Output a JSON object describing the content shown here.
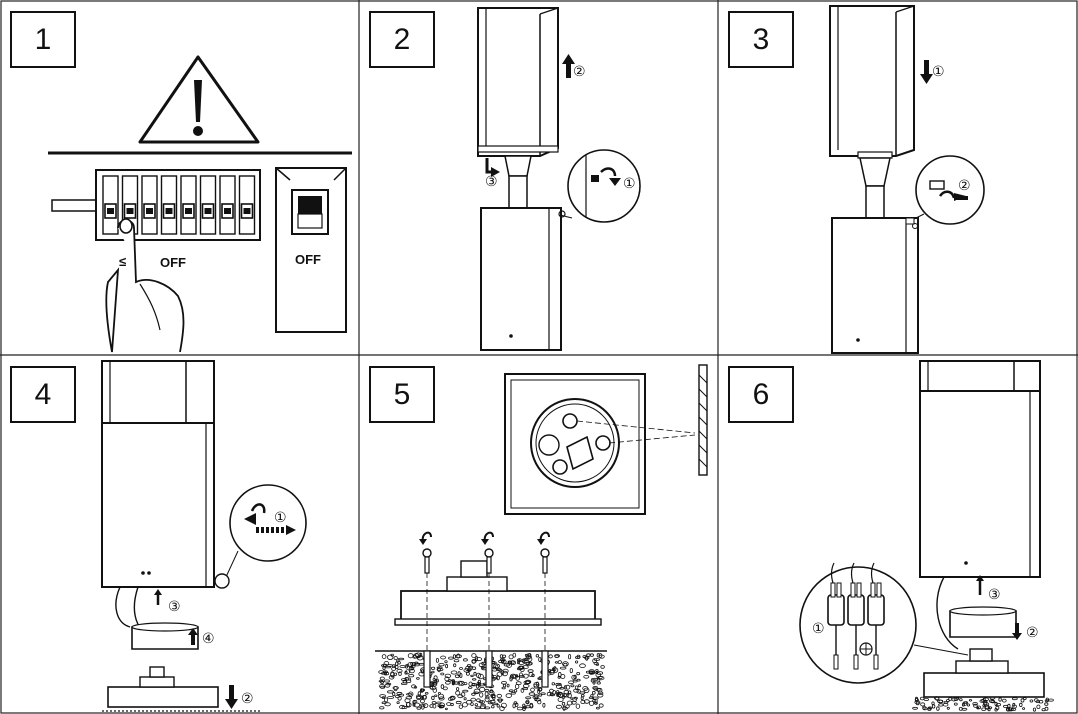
{
  "steps": [
    {
      "number": "1",
      "labels": {
        "off_breaker": "OFF",
        "off_switch": "OFF"
      }
    },
    {
      "number": "2",
      "callouts": {
        "lift": "②",
        "turn": "③",
        "screw": "①"
      }
    },
    {
      "number": "3",
      "callouts": {
        "lower": "①",
        "screw": "②"
      }
    },
    {
      "number": "4",
      "callouts": {
        "screw": "①",
        "pull_down": "②",
        "wire": "③",
        "lift": "④"
      }
    },
    {
      "number": "5"
    },
    {
      "number": "6",
      "callouts": {
        "connector": "①",
        "lower": "②",
        "wire": "③"
      }
    }
  ],
  "icons": [
    "warning-icon",
    "hand-icon",
    "breaker-panel-icon",
    "wall-switch-icon",
    "lamp-post-icon",
    "screw-icon",
    "arrow-icon",
    "drill-bit-icon",
    "concrete-ground-icon",
    "wire-connector-icon"
  ]
}
